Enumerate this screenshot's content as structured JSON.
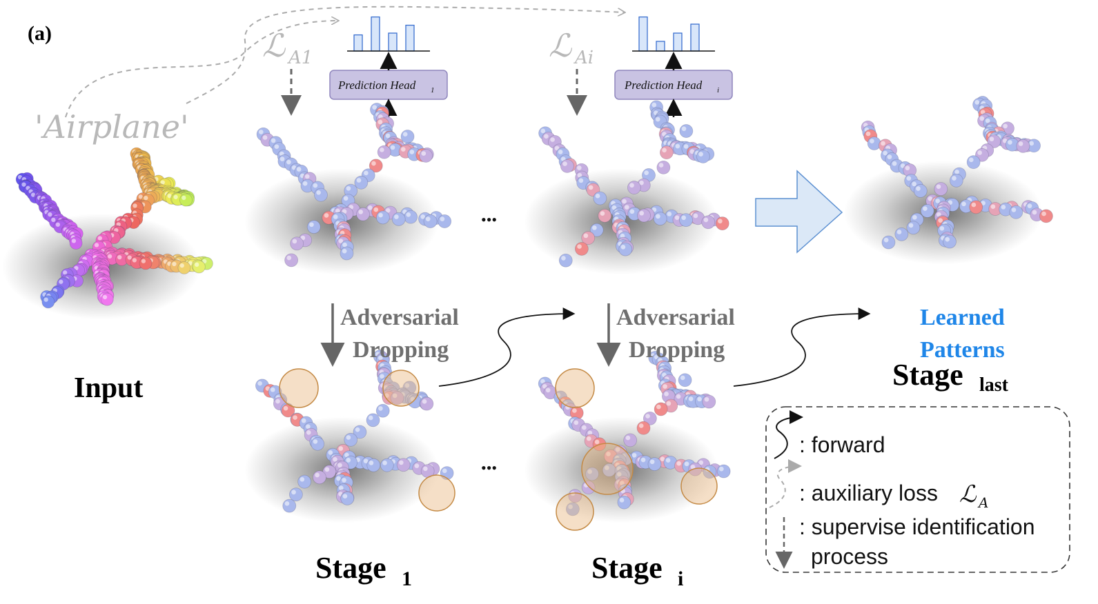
{
  "panel_label": "(a)",
  "input_label": "Input",
  "class_text": "'Airplane'",
  "loss_labels": [
    {
      "script": "ℒ",
      "sub": "A1"
    },
    {
      "script": "ℒ",
      "sub": "Ai"
    }
  ],
  "prediction_heads": [
    {
      "text": "Prediction Head",
      "sub": "1"
    },
    {
      "text": "Prediction Head",
      "sub": "i"
    }
  ],
  "dropping_labels": [
    {
      "line1": "Adversarial",
      "line2": "Dropping"
    },
    {
      "line1": "Adversarial",
      "line2": "Dropping"
    }
  ],
  "ellipsis": "•••",
  "learned_patterns": {
    "line1": "Learned",
    "line2": "Patterns"
  },
  "stages": [
    {
      "base": "Stage",
      "sub": "1"
    },
    {
      "base": "Stage",
      "sub": "i"
    },
    {
      "base": "Stage",
      "sub": "last"
    }
  ],
  "legend": {
    "forward": ": forward",
    "auxiliary": ": auxiliary loss",
    "auxiliary_math": "ℒ",
    "auxiliary_sub": "A",
    "supervise_line1": ": supervise identification",
    "supervise_line2": "process"
  },
  "histograms": [
    {
      "values": [
        0.45,
        0.95,
        0.5,
        0.72
      ]
    },
    {
      "values": [
        0.95,
        0.27,
        0.5,
        0.75
      ]
    }
  ],
  "colors": {
    "head_fill": "#c9c3e3",
    "head_stroke": "#8f86bd",
    "hist_fill": "#d8e6fa",
    "hist_stroke": "#3a6fcf",
    "arrow_fill": "#dbe8f7",
    "arrow_stroke": "#5b8fd1",
    "highlight": "#e9b982"
  }
}
